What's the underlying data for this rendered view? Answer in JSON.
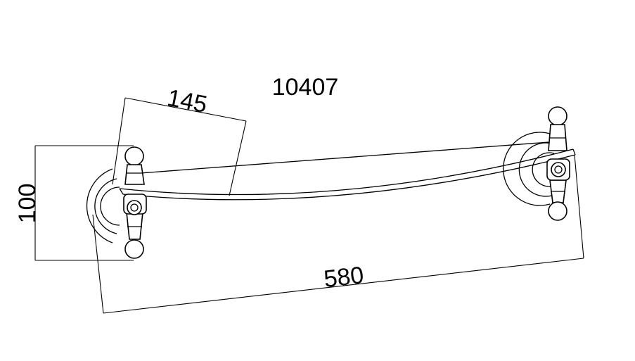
{
  "model_number": "10407",
  "dimensions": {
    "length": "580",
    "height": "100",
    "depth": "145"
  },
  "colors": {
    "line": "#000000",
    "background": "#ffffff"
  }
}
